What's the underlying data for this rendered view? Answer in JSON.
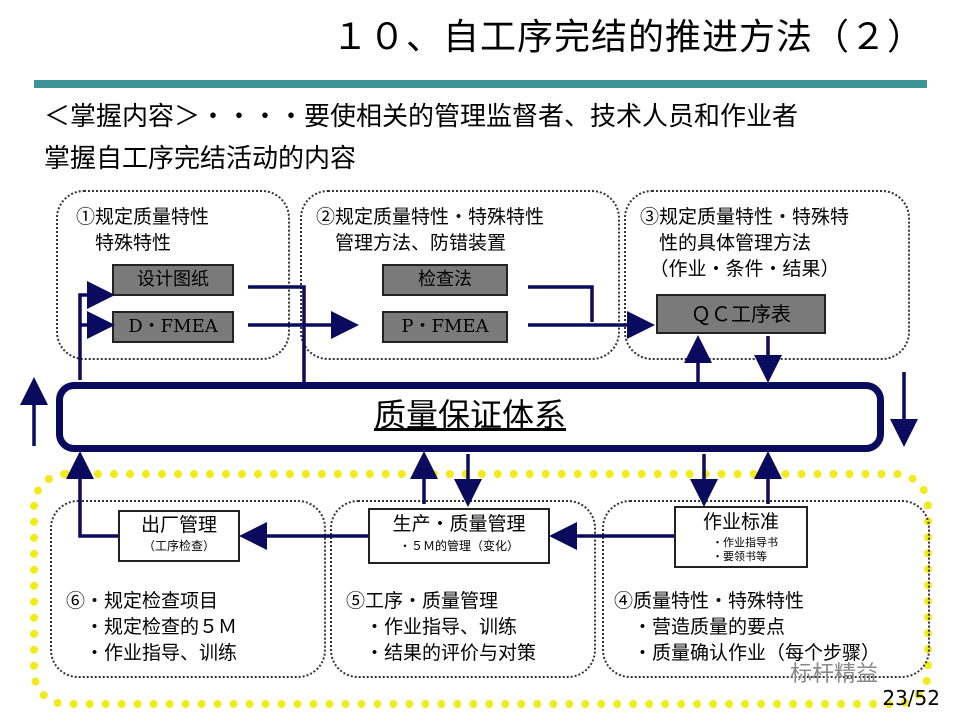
{
  "title": "１０、自工序完结的推进方法（２）",
  "intro": {
    "line1": "＜掌握内容＞・・・・要使相关的管理监督者、技术人员和作业者",
    "line2": "掌握自工序完结活动的内容"
  },
  "top_boxes": [
    {
      "text": "①规定质量特性\n　特殊特性",
      "items": [
        "设计图纸",
        "D・FMEA"
      ]
    },
    {
      "text": "②规定质量特性・特殊特性\n　管理方法、防错装置",
      "items": [
        "检查法",
        "P・FMEA"
      ]
    },
    {
      "text": "③规定质量特性・特殊特\n　性的具体管理方法\n　（作业・条件・结果）",
      "items": [
        "ＱＣ工序表"
      ]
    }
  ],
  "center": "质量保证体系",
  "bottom_boxes": [
    {
      "head": "出厂管理",
      "sub": "（工序检查）",
      "text": "⑥・规定检查项目\n　・规定检查的５Ｍ\n　・作业指导、训练"
    },
    {
      "head": "生产・质量管理",
      "sub": "・５Ｍ的管理（变化）",
      "text": "⑤工序・质量管理\n　・作业指导、训练\n　・结果的评价与对策"
    },
    {
      "head": "作业标准",
      "sub": "・作业指导书\n・要领书等",
      "text": "④质量特性・特殊特性\n　・营造质量的要点\n　・质量确认作业（每个步骤）"
    }
  ],
  "page_number": "23/52",
  "watermark": "标杆精益",
  "colors": {
    "rule": "#3d9497",
    "navy": "#0a0a5e",
    "yellow_dots": "#f2ea1a",
    "gray_box": "#7a7a7a"
  }
}
